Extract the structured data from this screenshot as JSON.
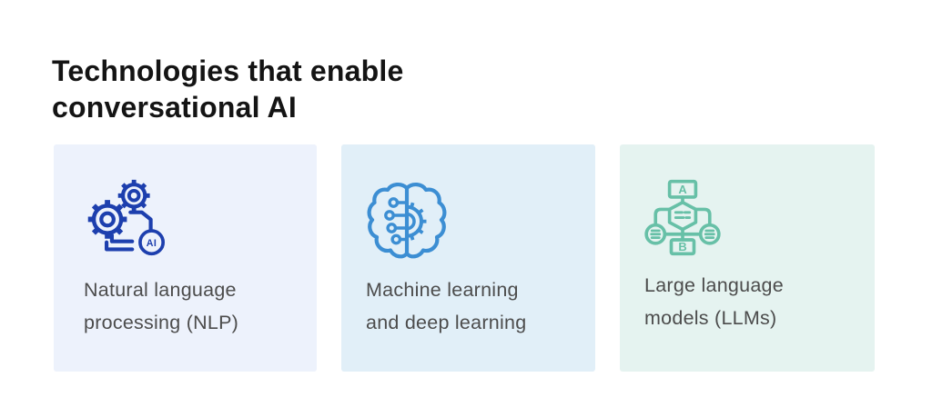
{
  "page_background": "#ffffff",
  "title": {
    "lines": [
      "Technologies that enable",
      "conversational AI"
    ],
    "color": "#141414"
  },
  "label_color": "#4c4c4c",
  "cards": [
    {
      "name": "natural-language-processing",
      "label_lines": [
        "Natural language",
        "processing (NLP)"
      ],
      "icon": "gears-ai-icon",
      "icon_badge": "AI",
      "background": "#edf2fc",
      "icon_color": "#1d3fae"
    },
    {
      "name": "machine-learning-deep-learning",
      "label_lines": [
        "Machine learning",
        "and deep learning"
      ],
      "icon": "brain-circuit-gear-icon",
      "background": "#e1eff8",
      "icon_color": "#3c8ed3"
    },
    {
      "name": "large-language-models",
      "label_lines": [
        "Large language",
        "models (LLMs)"
      ],
      "icon": "llm-flowchart-icon",
      "icon_node_top": "A",
      "icon_node_bottom": "B",
      "background": "#e5f3f0",
      "icon_color": "#67c0a7"
    }
  ]
}
